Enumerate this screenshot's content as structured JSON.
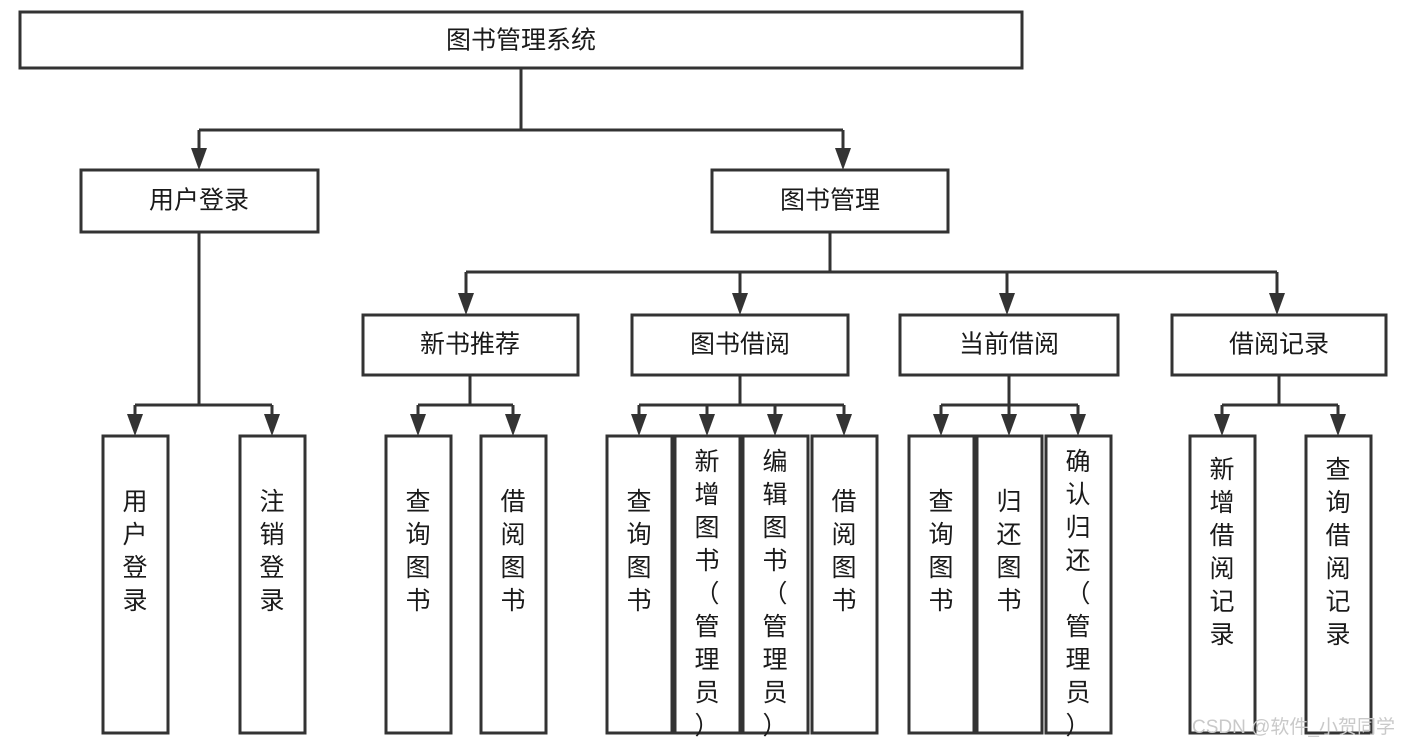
{
  "diagram": {
    "title": "图书管理系统",
    "type": "tree-hierarchy",
    "orientation": "top-down",
    "colors": {
      "stroke": "#333333",
      "box_fill": "#ffffff",
      "text": "#1a1a1a",
      "background": "#ffffff",
      "watermark": "#c9c9c9"
    },
    "root": {
      "label": "图书管理系统"
    },
    "level2": [
      {
        "label": "用户登录"
      },
      {
        "label": "图书管理"
      }
    ],
    "level3": [
      {
        "label": "新书推荐"
      },
      {
        "label": "图书借阅"
      },
      {
        "label": "当前借阅"
      },
      {
        "label": "借阅记录"
      }
    ],
    "leaves": {
      "user_login": [
        {
          "label": "用户登录"
        },
        {
          "label": "注销登录"
        }
      ],
      "new_book_recommend": [
        {
          "label": "查询图书"
        },
        {
          "label": "借阅图书"
        }
      ],
      "book_borrow": [
        {
          "label": "查询图书"
        },
        {
          "label": "新增图书（管理员）"
        },
        {
          "label": "编辑图书（管理员）"
        },
        {
          "label": "借阅图书"
        }
      ],
      "current_borrow": [
        {
          "label": "查询图书"
        },
        {
          "label": "归还图书"
        },
        {
          "label": "确认归还（管理员）"
        }
      ],
      "borrow_record": [
        {
          "label": "新增借阅记录"
        },
        {
          "label": "查询借阅记录"
        }
      ]
    }
  },
  "watermark": {
    "text": "CSDN @软件_小贺同学"
  }
}
